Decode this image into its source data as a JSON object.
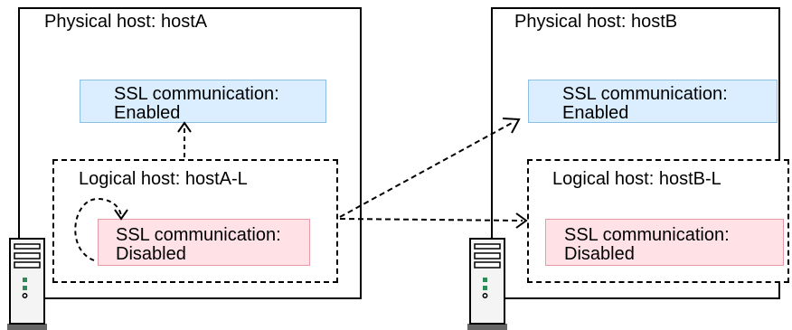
{
  "hosts": [
    {
      "physical_label": "Physical host: hostA",
      "physical_ssl": {
        "title": "SSL communication:",
        "status": "Enabled"
      },
      "logical_label": "Logical host: hostA-L",
      "logical_ssl": {
        "title": "SSL communication:",
        "status": "Disabled"
      }
    },
    {
      "physical_label": "Physical host: hostB",
      "physical_ssl": {
        "title": "SSL communication:",
        "status": "Enabled"
      },
      "logical_label": "Logical host: hostB-L",
      "logical_ssl": {
        "title": "SSL communication:",
        "status": "Disabled"
      }
    }
  ],
  "colors": {
    "enabled_fill": "#dbeeff",
    "enabled_border": "#8cbfe6",
    "disabled_fill": "#ffe1e6",
    "disabled_border": "#e79aa6"
  },
  "icons": [
    "server-icon",
    "server-icon"
  ]
}
